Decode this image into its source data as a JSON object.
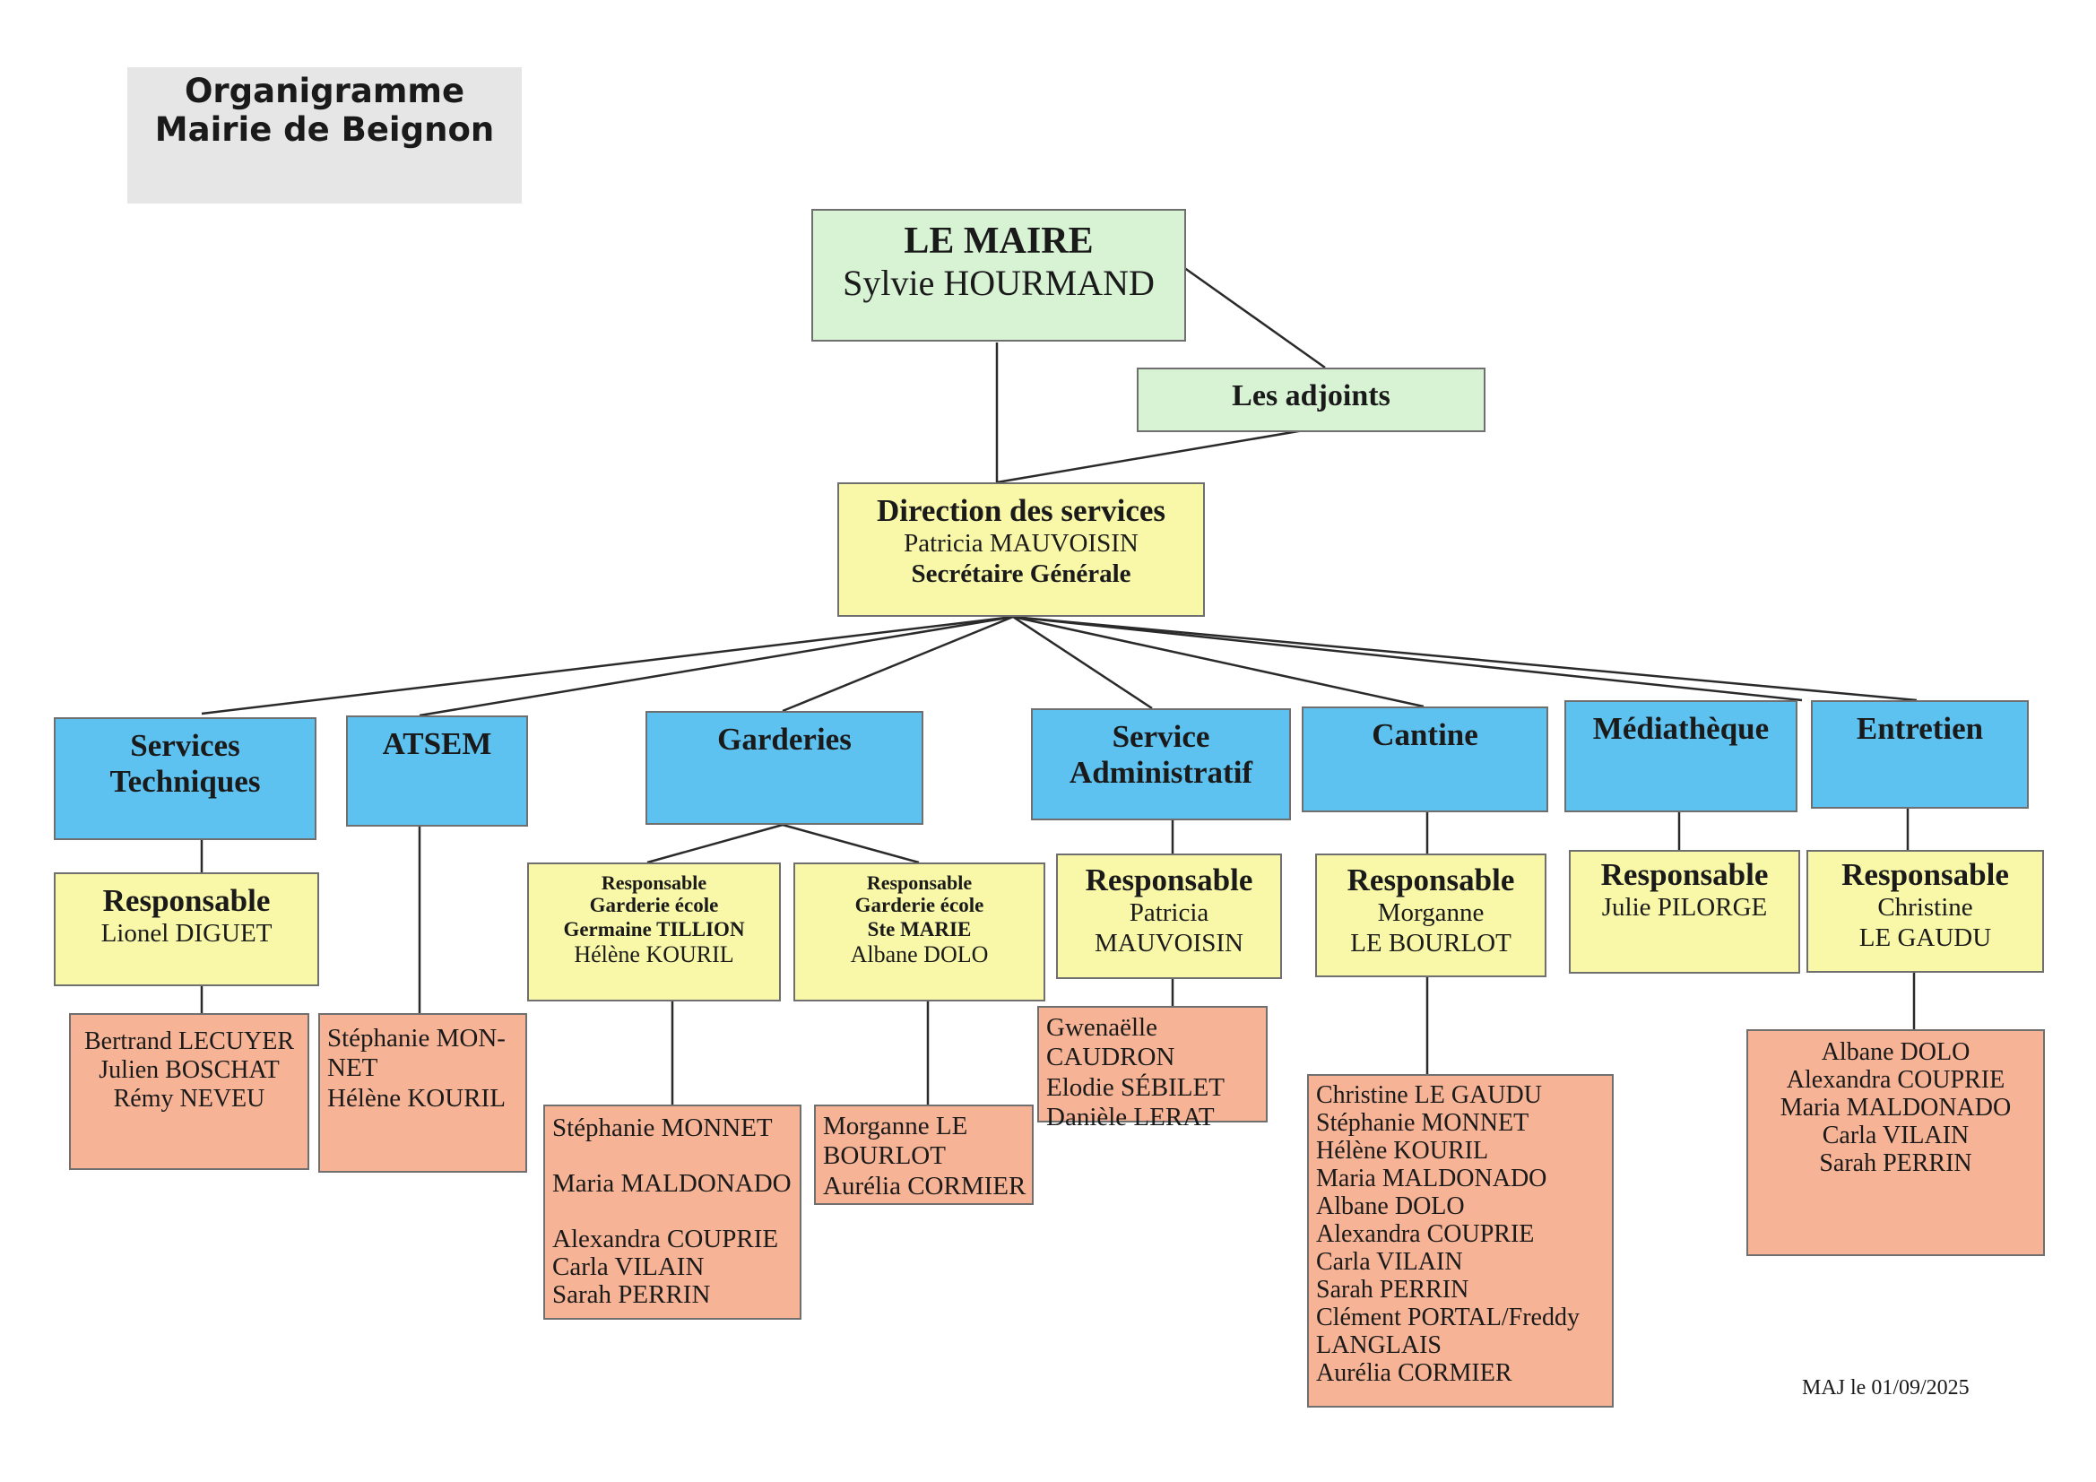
{
  "title": [
    "Organigramme",
    "Mairie de Beignon"
  ],
  "maire": {
    "heading": "LE MAIRE",
    "name": "Sylvie HOURMAND"
  },
  "adjoints": {
    "label": "Les adjoints"
  },
  "direction": {
    "heading": "Direction des services",
    "name": "Patricia MAUVOISIN",
    "role": "Secrétaire Générale"
  },
  "services": {
    "techniques": {
      "title": [
        "Services",
        "Techniques"
      ],
      "resp_label": "Responsable",
      "resp_name": [
        "Lionel DIGUET"
      ],
      "staff": [
        "Bertrand LECUYER",
        "Julien BOSCHAT",
        "Rémy NEVEU"
      ]
    },
    "atsem": {
      "title": [
        "ATSEM"
      ],
      "staff": [
        "Stéphanie MON-",
        "NET",
        "Hélène KOURIL"
      ]
    },
    "garderies": {
      "title": [
        "Garderies"
      ],
      "resp1": {
        "lines": [
          "Responsable",
          "Garderie école",
          "Germaine TILLION"
        ],
        "name": "Hélène KOURIL"
      },
      "resp2": {
        "lines": [
          "Responsable",
          "Garderie école",
          "Ste MARIE"
        ],
        "name": "Albane DOLO"
      },
      "staff1": [
        "Stéphanie MONNET",
        "",
        "Maria MALDONADO",
        "",
        "Alexandra COUPRIE",
        "Carla VILAIN",
        "Sarah PERRIN"
      ],
      "staff2": [
        "Morganne LE",
        "BOURLOT",
        "Aurélia CORMIER"
      ]
    },
    "administratif": {
      "title": [
        "Service",
        "Administratif"
      ],
      "resp_label": "Responsable",
      "resp_name": [
        "Patricia",
        "MAUVOISIN"
      ],
      "staff": [
        "Gwenaëlle CAUDRON",
        "Elodie SÉBILET",
        "Danièle LERAT"
      ]
    },
    "cantine": {
      "title": [
        "Cantine"
      ],
      "resp_label": "Responsable",
      "resp_name": [
        "Morganne",
        "LE BOURLOT"
      ],
      "staff": [
        "Christine LE GAUDU",
        "Stéphanie MONNET",
        "Hélène KOURIL",
        "Maria MALDONADO",
        "Albane DOLO",
        "Alexandra COUPRIE",
        "Carla VILAIN",
        "Sarah PERRIN",
        "Clément PORTAL/Freddy",
        "LANGLAIS",
        "Aurélia CORMIER"
      ]
    },
    "mediatheque": {
      "title": [
        "Médiathèque"
      ],
      "resp_label": "Responsable",
      "resp_name": [
        "Julie PILORGE"
      ]
    },
    "entretien": {
      "title": [
        "Entretien"
      ],
      "resp_label": "Responsable",
      "resp_name": [
        "Christine",
        "LE GAUDU"
      ],
      "staff": [
        "Albane DOLO",
        "Alexandra COUPRIE",
        "Maria MALDONADO",
        "Carla VILAIN",
        "Sarah PERRIN"
      ]
    }
  },
  "footer": {
    "update": "MAJ le 01/09/2025"
  },
  "colors": {
    "green": "#d7f3d4",
    "yellow": "#f8f8a8",
    "blue": "#5ec2f0",
    "salmon": "#f6b395"
  }
}
